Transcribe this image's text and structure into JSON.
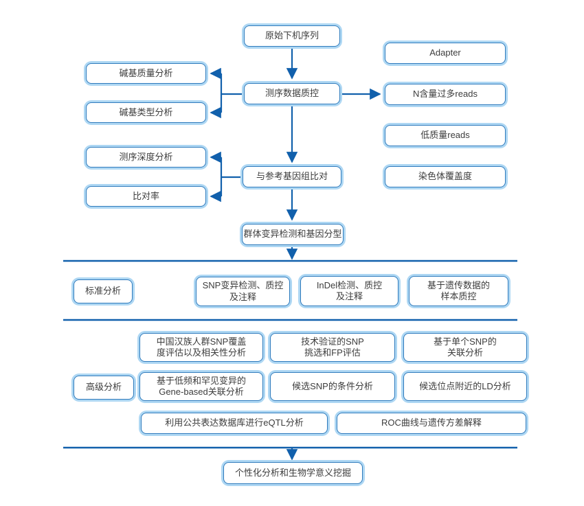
{
  "diagram": {
    "pipeline": {
      "raw": "原始下机序列",
      "qc": "测序数据质控",
      "align": "与参考基因组比对",
      "genotype": "群体变异检测和基因分型",
      "final": "个性化分析和生物学意义挖掘"
    },
    "qc_right_outputs": {
      "adapter": "Adapter",
      "n_reads": "N含量过多reads",
      "low_quality": "低质量reads",
      "chromosome_coverage": "染色体覆盖度"
    },
    "qc_left_outputs": {
      "base_quality": "碱基质量分析",
      "base_type": "碱基类型分析"
    },
    "align_left_outputs": {
      "depth": "测序深度分析",
      "mapping_rate": "比对率"
    },
    "standard": {
      "label": "标准分析",
      "snp": "SNP变异检测、质控\n及注释",
      "indel": "InDel检测、质控\n及注释",
      "sample_qc": "基于遗传数据的\n样本质控"
    },
    "advanced": {
      "label": "高级分析",
      "han_snp": "中国汉族人群SNP覆盖\n度评估以及相关性分析",
      "tech_snp": "技术验证的SNP\n挑选和FP评估",
      "single_snp": "基于单个SNP的\n关联分析",
      "gene_based": "基于低频和罕见变异的\nGene-based关联分析",
      "conditional": "候选SNP的条件分析",
      "ld": "候选位点附近的LD分析",
      "eqtl": "利用公共表达数据库进行eQTL分析",
      "roc": "ROC曲线与遗传方差解释"
    },
    "colors": {
      "line": "#1160ac",
      "border": "#2e7abc",
      "ring": "#aed7f3",
      "text": "#3c3c3c"
    }
  }
}
